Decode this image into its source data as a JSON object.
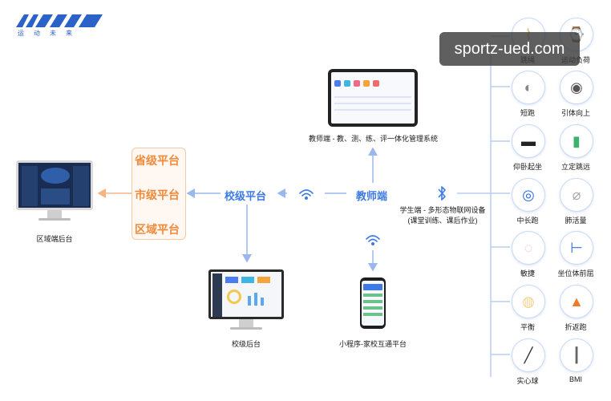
{
  "logo": {
    "sub": "运动未来"
  },
  "watermark": "sportz-ued.com",
  "orange": {
    "province": "省级平台",
    "city": "市级平台",
    "region": "区域平台"
  },
  "labels": {
    "region_backend": "区域端后台",
    "school_platform": "校级平台",
    "teacher": "教师端",
    "teacher_system": "教师端 - 教、测、练、评一体化管理系统",
    "student_line1": "学生端 - 多形态物联网设备",
    "student_line2": "(课堂训练、课后作业)",
    "school_backend": "校级后台",
    "mini_program": "小程序-家校互通平台"
  },
  "devices": [
    {
      "label": "跳绳",
      "icon": "jump-rope-icon"
    },
    {
      "label": "运动负荷",
      "icon": "heart-rate-band-icon"
    },
    {
      "label": "短跑",
      "icon": "sprint-sensor-icon"
    },
    {
      "label": "引体向上",
      "icon": "pull-up-sensor-icon"
    },
    {
      "label": "仰卧起坐",
      "icon": "sit-up-mat-icon"
    },
    {
      "label": "立定跳远",
      "icon": "long-jump-mat-icon"
    },
    {
      "label": "中长跑",
      "icon": "wristband-icon"
    },
    {
      "label": "肺活量",
      "icon": "spirometer-icon"
    },
    {
      "label": "敏捷",
      "icon": "agility-pad-icon"
    },
    {
      "label": "坐位体前屈",
      "icon": "sit-and-reach-icon"
    },
    {
      "label": "平衡",
      "icon": "balance-pad-icon"
    },
    {
      "label": "折返跑",
      "icon": "cone-icon"
    },
    {
      "label": "实心球",
      "icon": "medicine-ball-icon"
    },
    {
      "label": "BMI",
      "icon": "height-scale-icon"
    }
  ],
  "colors": {
    "blue": "#3d7be3",
    "orange": "#f08a3a",
    "line": "#b9cdf2"
  }
}
